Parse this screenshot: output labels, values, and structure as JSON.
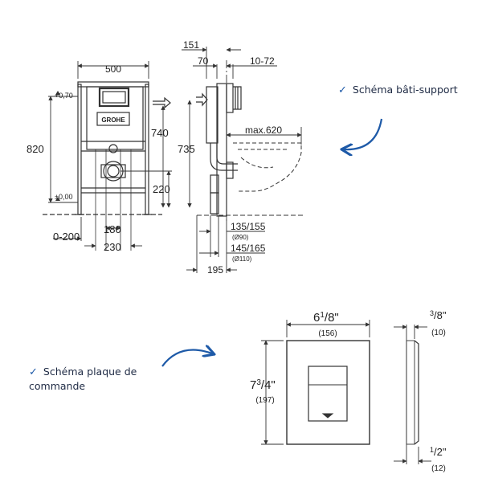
{
  "support_frame": {
    "caption": "Schéma bâti-support",
    "brand": "GROHE",
    "dims": {
      "width": "500",
      "total_height": "820",
      "h740": "740",
      "h735": "735",
      "h220": "220",
      "w180": "180",
      "w230": "230",
      "adj": "0-200",
      "top_offset": "+0,70",
      "zero": "±0,00",
      "d151": "151",
      "d70": "70",
      "d10_72": "10-72",
      "max620": "max.620",
      "d135_155": "135/155",
      "o90": "(Ø90)",
      "d145_165": "145/165",
      "o110": "(Ø110)",
      "d195": "195"
    }
  },
  "plate": {
    "caption_line1": "Schéma plaque de",
    "caption_line2": "commande",
    "width_in_whole": "6",
    "width_in_num": "1",
    "width_in_den": "/8\"",
    "width_mm": "(156)",
    "height_in_whole": "7",
    "height_in_num": "3",
    "height_in_den": "/4\"",
    "height_mm": "(197)",
    "thick_top_num": "3",
    "thick_top_den": "/8\"",
    "thick_top_mm": "(10)",
    "thick_bot_num": "1",
    "thick_bot_den": "/2\"",
    "thick_bot_mm": "(12)"
  },
  "colors": {
    "line": "#333333",
    "accent": "#1e5aa8",
    "text": "#1e2a44"
  }
}
